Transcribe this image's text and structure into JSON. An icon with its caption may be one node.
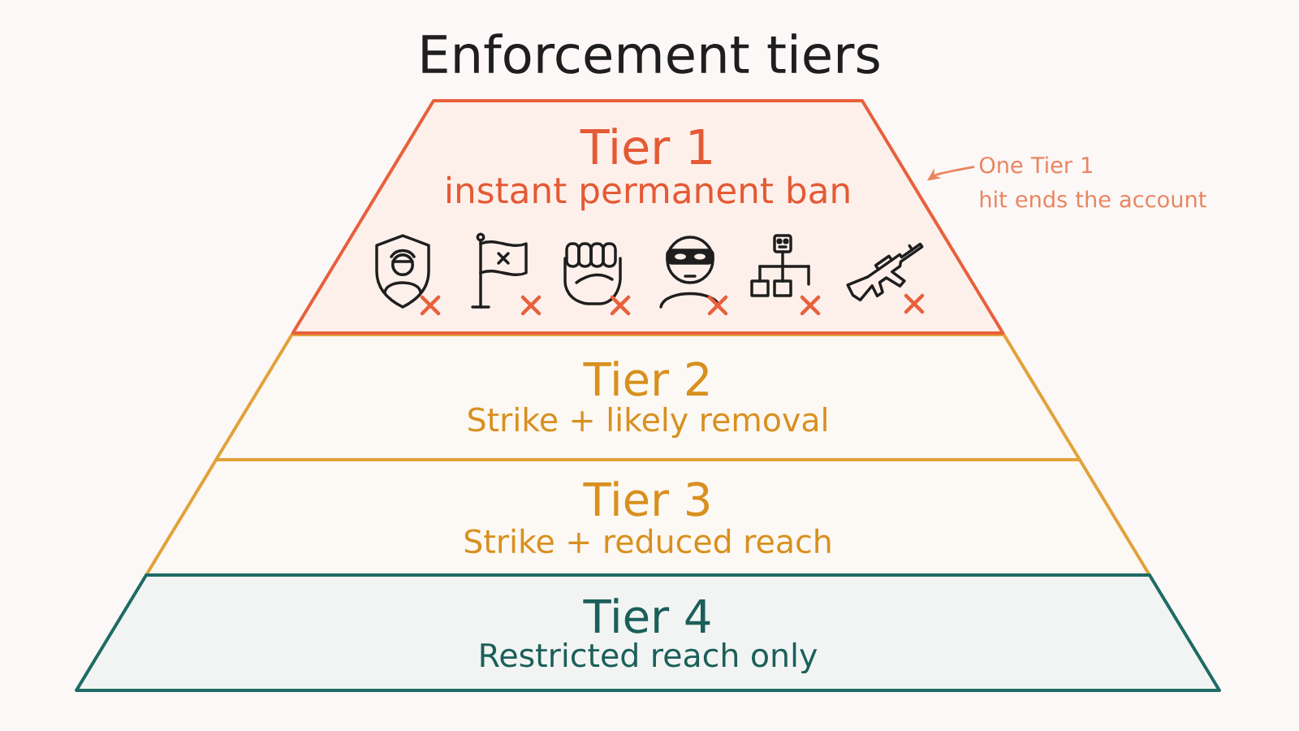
{
  "diagram": {
    "title": "Enforcement tiers",
    "nodes": [
      {
        "text": [
          "Tier 1",
          "instant permanent ban"
        ]
      },
      {
        "text": [
          "One Tier 1 hit ends the account"
        ]
      },
      {
        "text": [
          "Tier 2",
          "Strike + likely removal"
        ]
      },
      {
        "text": [
          "Tier 3",
          "Strike + reduced reach"
        ]
      },
      {
        "text": [
          "Tier 4",
          "Restricted reach only"
        ]
      }
    ],
    "edges": [
      {
        "from": 1,
        "to": 0,
        "arrow": "to"
      }
    ]
  }
}
